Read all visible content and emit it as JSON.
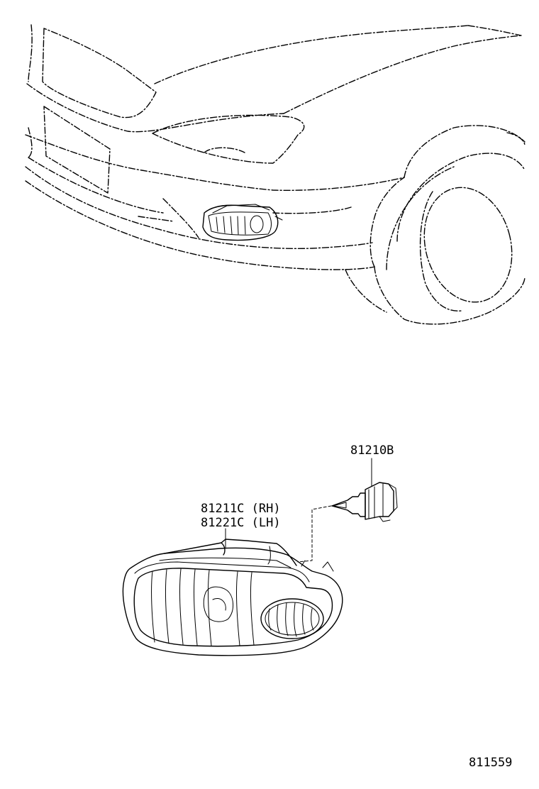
{
  "parts": {
    "bulb": {
      "part_no": "81210B"
    },
    "fog_lamp": {
      "part_no_rh": "81211C (RH)",
      "part_no_lh": "81221C (LH)"
    }
  },
  "illustration_no": "811559"
}
